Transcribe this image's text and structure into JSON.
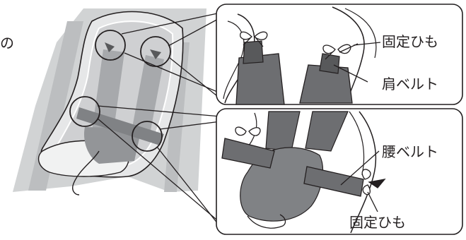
{
  "left_text": "の",
  "labels": {
    "tie_top": "固定ひも",
    "shoulder_belt": "肩ベルト",
    "waist_belt": "腰ベルト",
    "tie_bottom": "固定ひも"
  },
  "colors": {
    "line": "#231f20",
    "belt": "#6d6e71",
    "seat_grey": "#cfd0d2",
    "frame_grey": "#bcbec0",
    "light_grey": "#e6e7e8"
  }
}
